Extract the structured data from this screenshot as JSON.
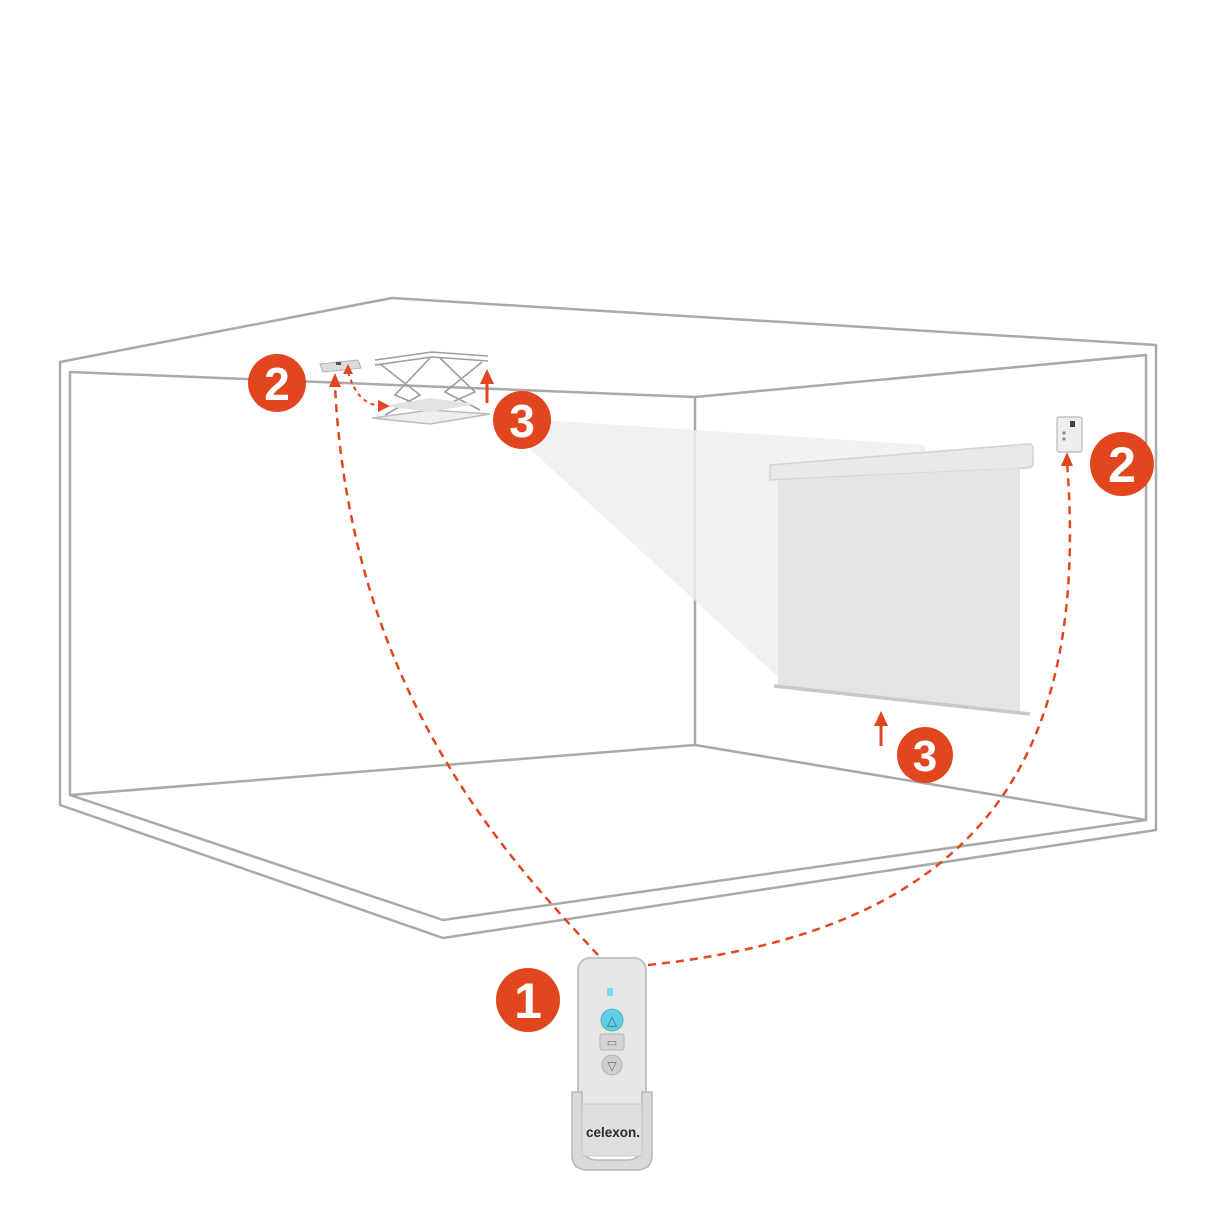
{
  "colors": {
    "accent": "#e2461e",
    "room_line": "#a9a9a9",
    "device": "#e6e6e6",
    "beam": "#efefef",
    "remote_button_up": "#5fd0e2",
    "remote_led": "#74dcea",
    "remote_button": "#c9c9c9"
  },
  "badges": {
    "remote": "1",
    "ceiling_receiver": "2",
    "wall_receiver": "2",
    "projector_lift": "3",
    "screen": "3"
  },
  "remote": {
    "brand": "celexon.",
    "up_symbol": "△",
    "stop_symbol": "▭",
    "down_symbol": "▽"
  },
  "icons": {
    "arrow": "arrow-up-icon",
    "remote": "remote-control-icon",
    "lift": "projector-lift-icon",
    "screen": "projection-screen-icon",
    "receiver": "receiver-box-icon"
  }
}
